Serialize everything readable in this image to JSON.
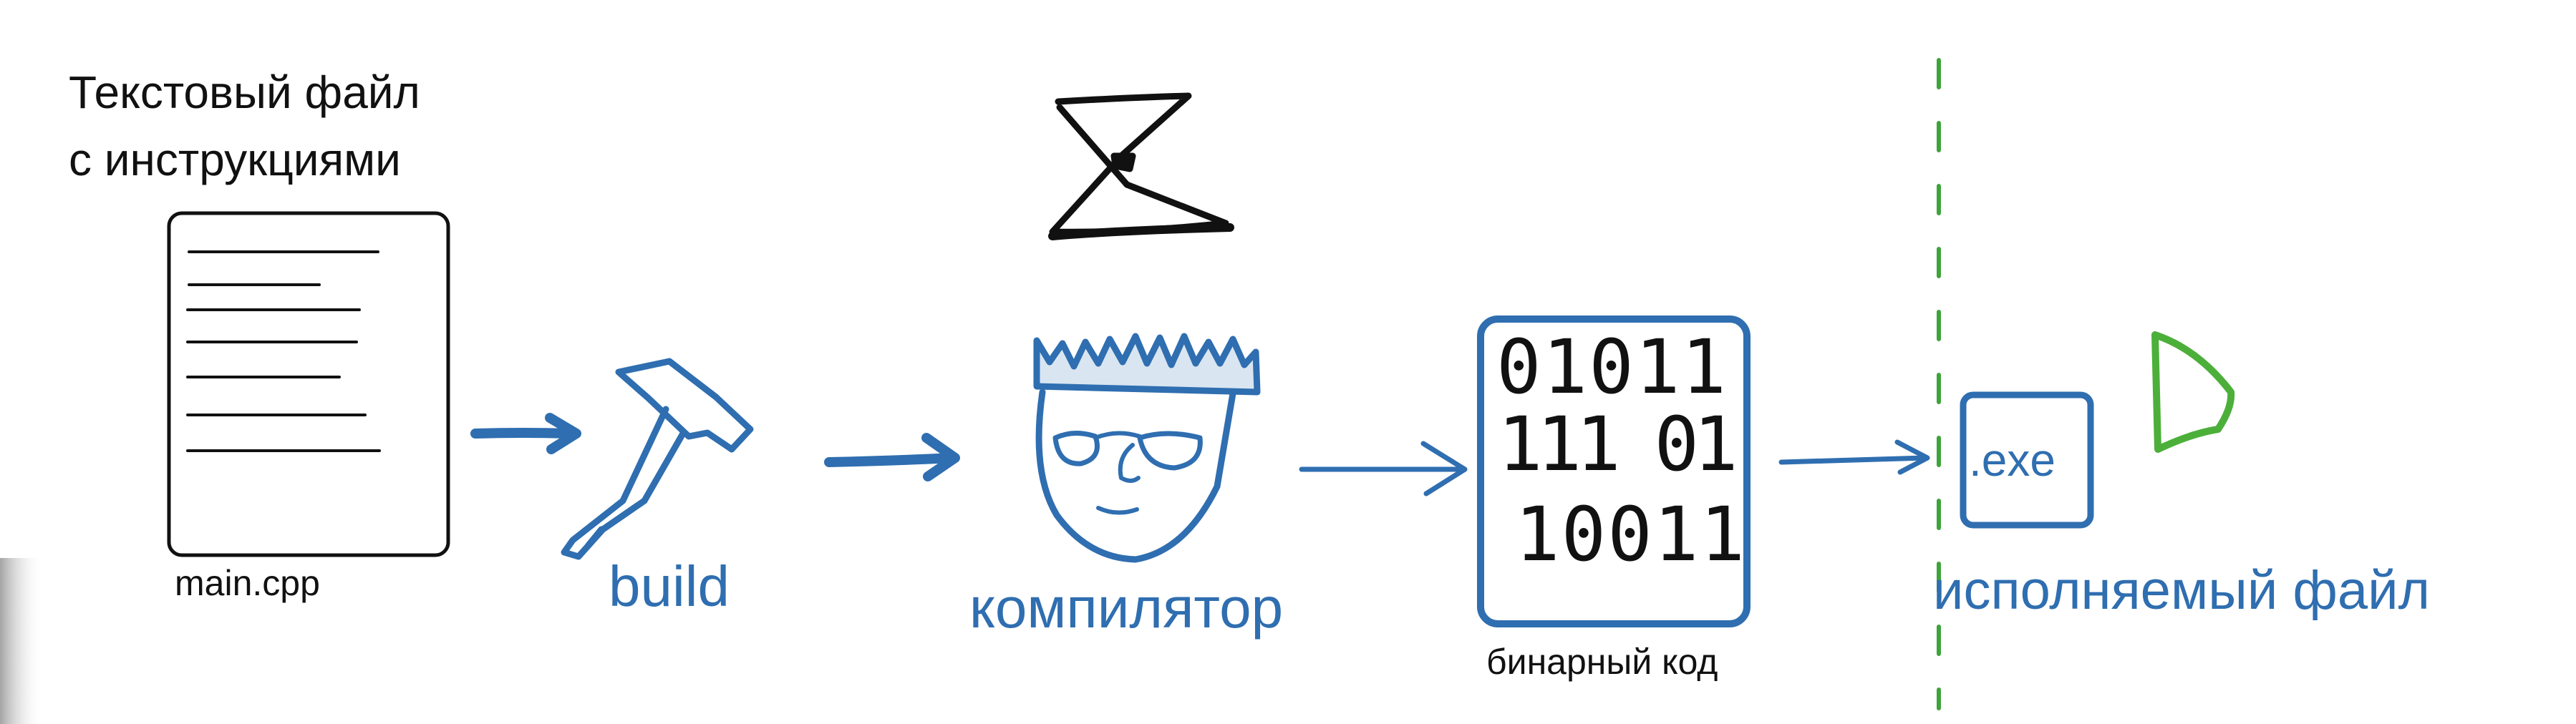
{
  "source": {
    "title_line1": "Текстовый файл",
    "title_line2": "с инструкциями",
    "filename": "main.cpp"
  },
  "build": {
    "label": "build"
  },
  "compiler": {
    "label": "компилятор"
  },
  "binary": {
    "label": "бинарный код",
    "rows": [
      "01011",
      "111 01",
      "10011"
    ]
  },
  "executable": {
    "badge": ".exe",
    "label": "исполняемый файл"
  },
  "colors": {
    "ink_blue": "#2f6eb0",
    "ink_black": "#111111",
    "divider_green": "#3fa33b",
    "play_green": "#4caf3a"
  }
}
